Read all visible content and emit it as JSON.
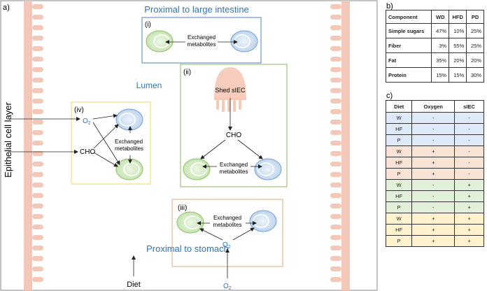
{
  "panel_labels": {
    "a": "a)",
    "b": "b)",
    "c": "c)"
  },
  "labels": {
    "top": "Proximal to large intestine",
    "bottom": "Proximal to stomach",
    "lumen": "Lumen",
    "epithelial": "Epithelial cell layer",
    "diet": "Diet",
    "o2_sub": "2"
  },
  "boxes": {
    "i": {
      "label": "(i)",
      "text1": "Exchanged",
      "text2": "metabolites"
    },
    "ii": {
      "label": "(ii)",
      "shed": "Shed sIEC",
      "cho": "CHO",
      "text1": "Exchanged",
      "text2": "metabolites"
    },
    "iii": {
      "label": "(iii)",
      "text1": "Exchanged",
      "text2": "metabolites"
    },
    "iv": {
      "label": "(iv)",
      "cho": "CHO",
      "text1": "Exchanged",
      "text2": "metabolites"
    }
  },
  "colors": {
    "green_cell": "#d5ebc4",
    "blue_cell": "#cfe0f3",
    "box_i": "#4f81bd",
    "box_ii": "#8db860",
    "box_iii": "#e6a77f",
    "box_iv": "#f2d26a",
    "wall": "#f2c1b0",
    "title_blue": "#2e75b6"
  },
  "table_b": {
    "headers": [
      "Component",
      "WD",
      "HFD",
      "PD"
    ],
    "rows": [
      [
        "Simple sugars",
        "47%",
        "10%",
        "25%"
      ],
      [
        "Fiber",
        "3%",
        "55%",
        "25%"
      ],
      [
        "Fat",
        "35%",
        "20%",
        "20%"
      ],
      [
        "Protein",
        "15%",
        "15%",
        "30%"
      ]
    ]
  },
  "table_c": {
    "headers": [
      "Diet",
      "Oxygen",
      "sIEC"
    ],
    "rows": [
      [
        "W",
        "-",
        "-"
      ],
      [
        "HF",
        "-",
        "-"
      ],
      [
        "P",
        "-",
        "-"
      ],
      [
        "W",
        "+",
        "-"
      ],
      [
        "HF",
        "+",
        "-"
      ],
      [
        "P",
        "+",
        "-"
      ],
      [
        "W",
        "-",
        "+"
      ],
      [
        "HF",
        "-",
        "+"
      ],
      [
        "P",
        "-",
        "+"
      ],
      [
        "W",
        "+",
        "+"
      ],
      [
        "HF",
        "+",
        "+"
      ],
      [
        "P",
        "+",
        "+"
      ]
    ]
  }
}
